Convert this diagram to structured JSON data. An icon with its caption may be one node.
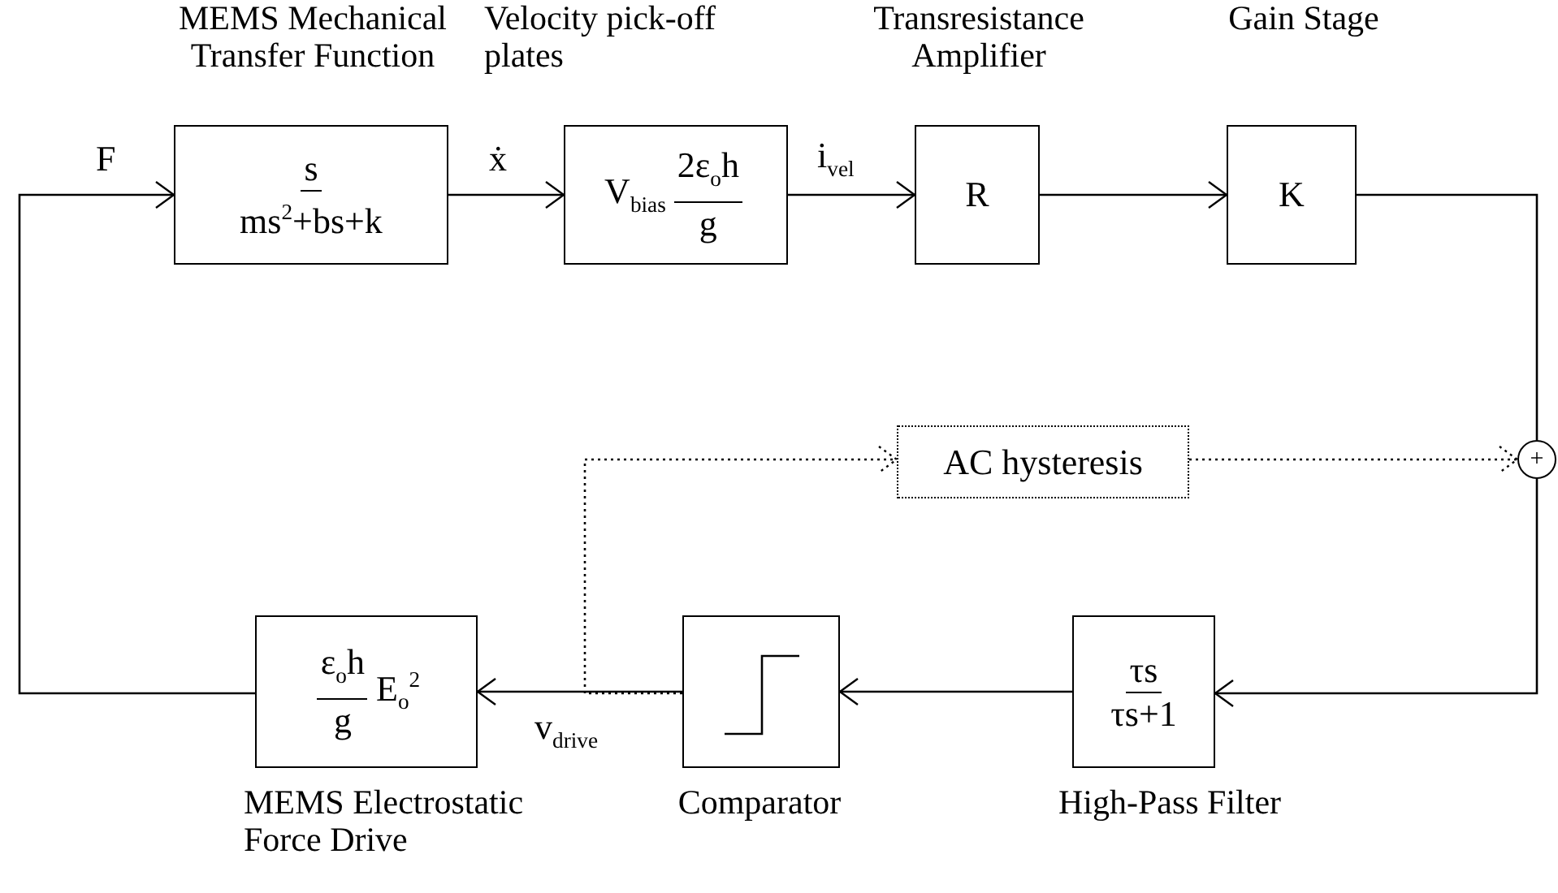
{
  "diagram": {
    "nodes": [
      {
        "text": [
          "MEMS Mechanical Transfer Function",
          "s",
          "ms$^{2}$+bs+k"
        ]
      },
      {
        "text": [
          "Velocity pick-off plates",
          "V$_{bias}$",
          "2ε$_{o}$h",
          "g"
        ]
      },
      {
        "text": [
          "Transresistance Amplifier",
          "R"
        ]
      },
      {
        "text": [
          "Gain Stage",
          "K"
        ]
      },
      {
        "text": [
          "+"
        ]
      },
      {
        "text": [
          "AC hysteresis"
        ]
      },
      {
        "text": [
          "τs",
          "τs+1",
          "High-Pass Filter"
        ]
      },
      {
        "text": [
          "Comparator"
        ]
      },
      {
        "text": [
          "ε$_{o}$h",
          "g",
          "E$_{o}$$^{2}$",
          "MEMS Electrostatic Force Drive"
        ]
      }
    ],
    "edges": [
      {
        "from": 8,
        "to": 0,
        "arrow": "to",
        "label": "F"
      },
      {
        "from": 0,
        "to": 1,
        "arrow": "to",
        "label": "ẋ"
      },
      {
        "from": 1,
        "to": 2,
        "arrow": "to",
        "label": "i$_{vel}$"
      },
      {
        "from": 2,
        "to": 3,
        "arrow": "to"
      },
      {
        "from": 3,
        "to": 4,
        "arrow": "none"
      },
      {
        "from": 5,
        "to": 4,
        "arrow": "to",
        "style": "dashed"
      },
      {
        "from": 7,
        "to": 5,
        "arrow": "to",
        "style": "dashed"
      },
      {
        "from": 4,
        "to": 6,
        "arrow": "to"
      },
      {
        "from": 6,
        "to": 7,
        "arrow": "to"
      },
      {
        "from": 7,
        "to": 8,
        "arrow": "to",
        "label": "v$_{drive}$"
      }
    ]
  }
}
